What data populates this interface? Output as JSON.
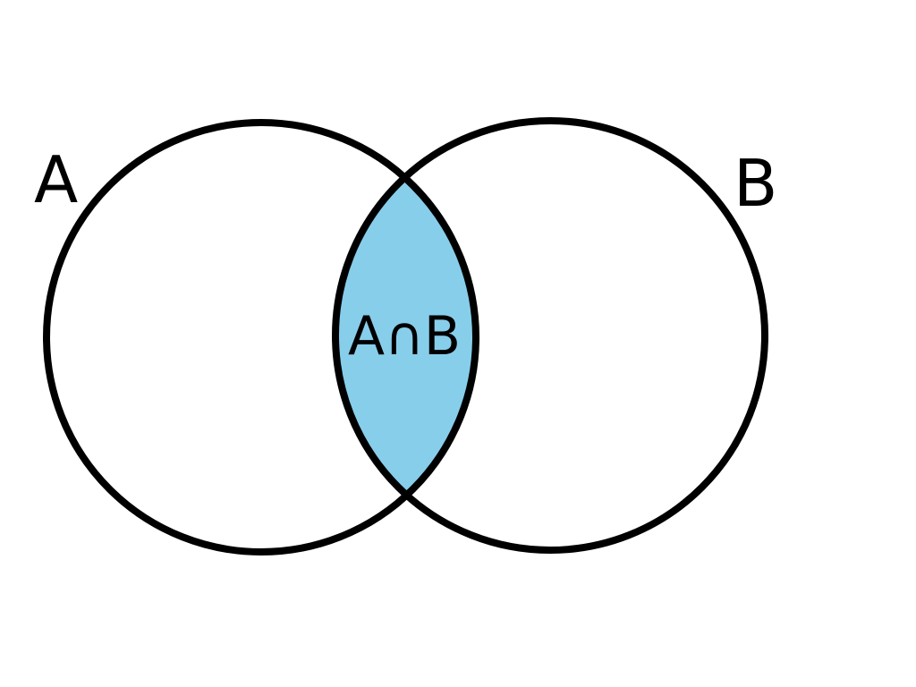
{
  "diagram": {
    "type": "venn",
    "sets": [
      {
        "label": "A"
      },
      {
        "label": "B"
      }
    ],
    "intersection": {
      "label": "A∩B"
    },
    "colors": {
      "intersection_fill": "#87CEEB",
      "stroke": "#000000",
      "background": "#FFFFFF"
    }
  }
}
